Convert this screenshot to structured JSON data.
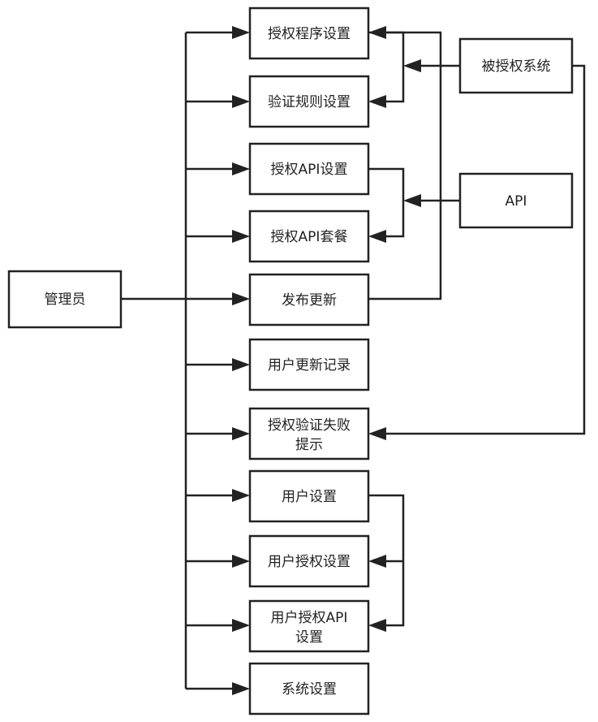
{
  "diagram": {
    "admin": "管理员",
    "auth_program_settings": "授权程序设置",
    "verify_rule_settings": "验证规则设置",
    "auth_api_settings": "授权API设置",
    "auth_api_package": "授权API套餐",
    "publish_update": "发布更新",
    "user_update_log": "用户更新记录",
    "auth_fail_notice_line1": "授权验证失败",
    "auth_fail_notice_line2": "提示",
    "user_settings": "用户设置",
    "user_auth_settings": "用户授权设置",
    "user_auth_api_settings_line1": "用户授权API",
    "user_auth_api_settings_line2": "设置",
    "system_settings": "系统设置",
    "authorized_system": "被授权系统",
    "api": "API"
  },
  "colors": {
    "line": "#222222",
    "box_fill": "#ffffff"
  }
}
